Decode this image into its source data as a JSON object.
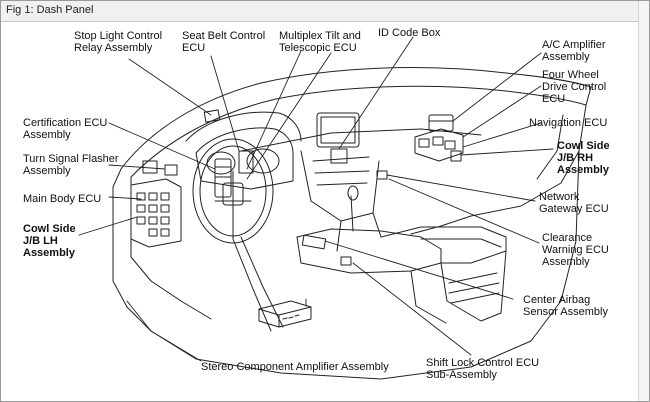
{
  "window": {
    "title": "Fig 1: Dash Panel"
  },
  "labels": {
    "stop_light": "Stop Light Control\nRelay Assembly",
    "seat_belt": "Seat Belt Control\nECU",
    "multiplex": "Multiplex Tilt and\nTelescopic ECU",
    "id_code": "ID Code Box",
    "ac_amp": "A/C Amplifier\nAssembly",
    "four_wheel": "Four Wheel\nDrive Control\nECU",
    "navigation": "Navigation ECU",
    "cowl_rh": "Cowl Side\nJ/B RH\nAssembly",
    "certification": "Certification ECU\nAssembly",
    "turn_signal": "Turn Signal Flasher\nAssembly",
    "main_body": "Main Body ECU",
    "cowl_lh": "Cowl Side\nJ/B LH\nAssembly",
    "network": "Network\nGateway ECU",
    "clearance": "Clearance\nWarning ECU\nAssembly",
    "center_airbag": "Center Airbag\nSensor Assembly",
    "stereo": "Stereo Component Amplifier Assembly",
    "shift_lock": "Shift Lock Control ECU\nSub-Assembly"
  }
}
